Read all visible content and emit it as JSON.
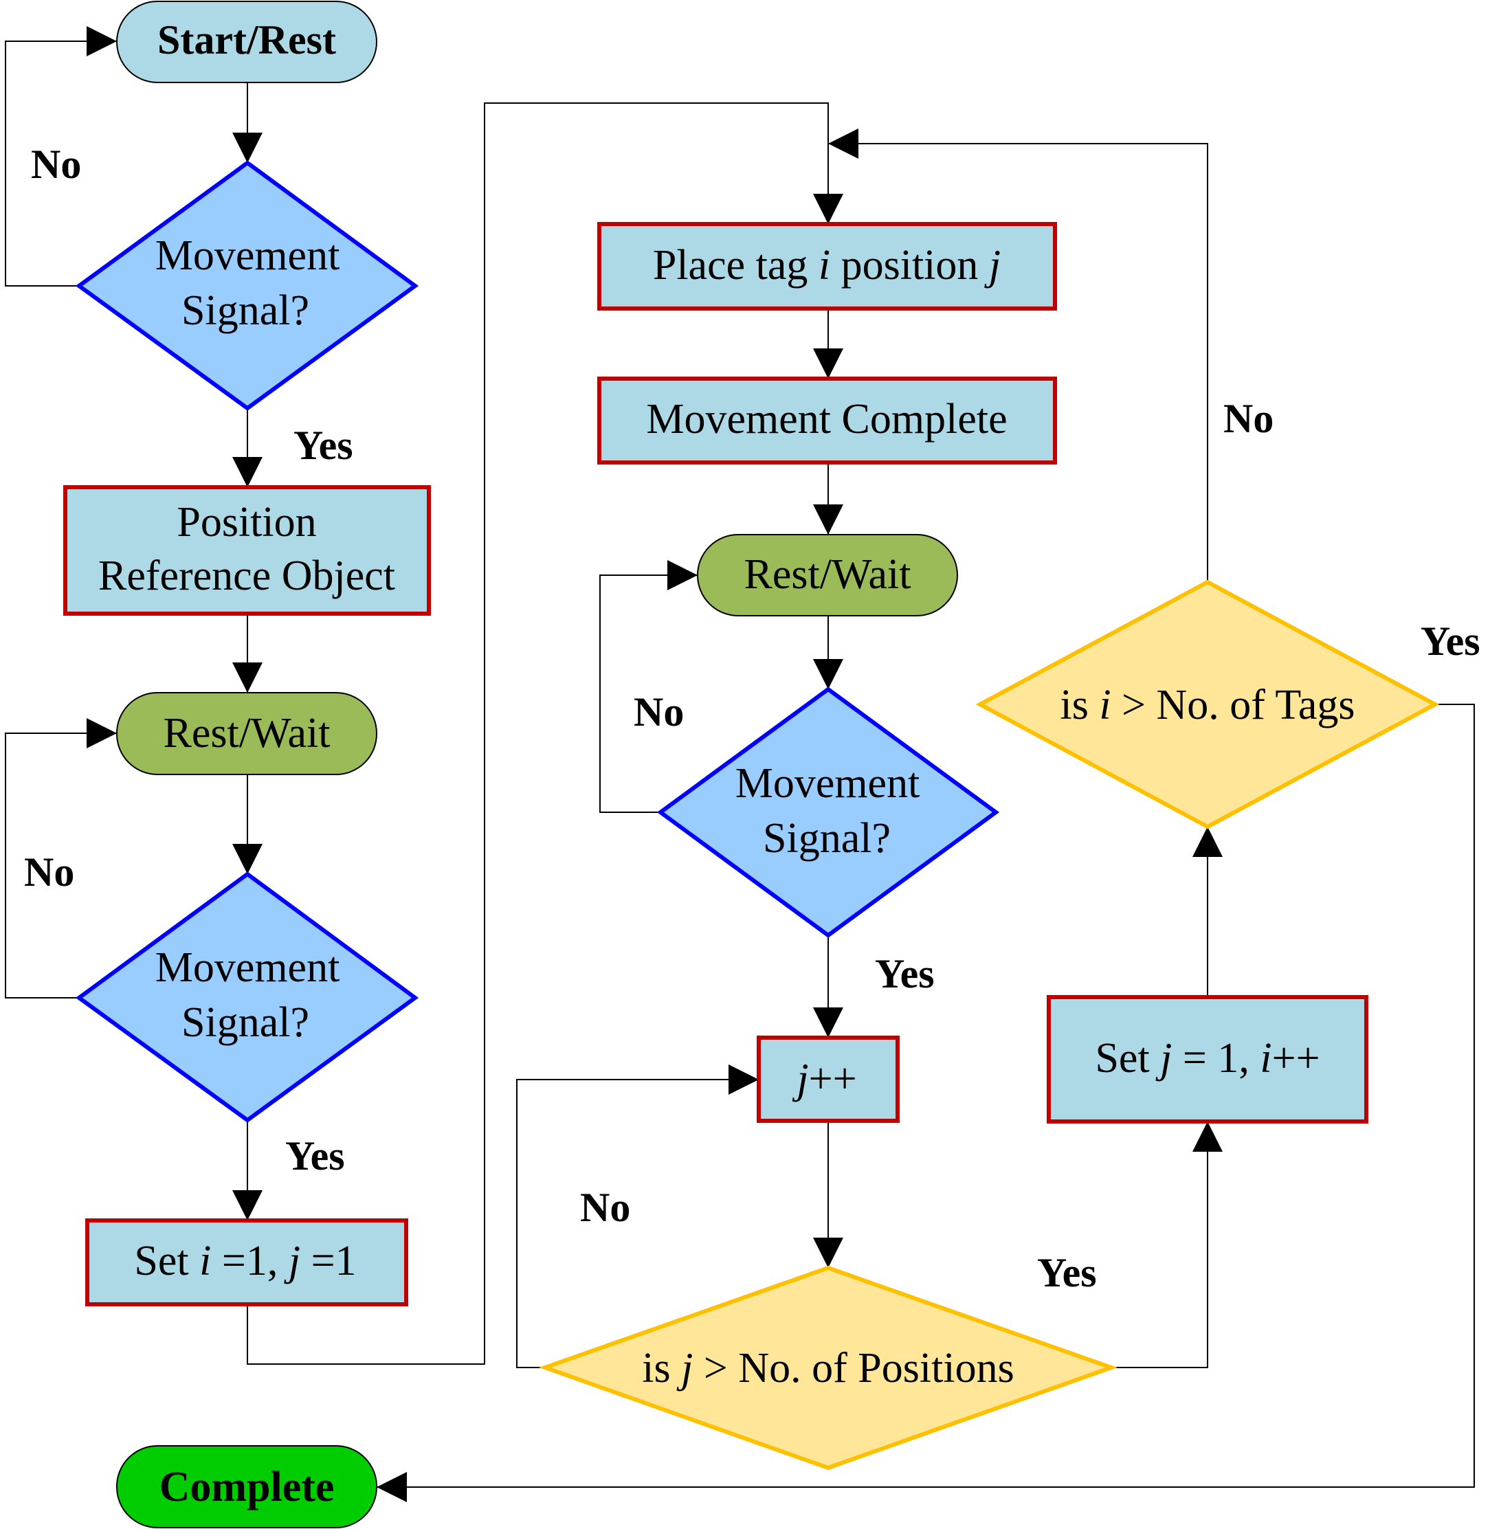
{
  "nodes": {
    "start": {
      "text": "Start/Rest"
    },
    "signal1": {
      "line1": "Movement",
      "line2": "Signal?"
    },
    "position_ref": {
      "line1": "Position",
      "line2": "Reference Object"
    },
    "wait1": {
      "text": "Rest/Wait"
    },
    "signal2": {
      "line1": "Movement",
      "line2": "Signal?"
    },
    "set_ij": {
      "pre": "Set ",
      "var1": "i",
      "mid": " =1, ",
      "var2": "j",
      "post": " =1"
    },
    "place_tag": {
      "pre": "Place tag ",
      "var1": "i",
      "mid": " position ",
      "var2": "j"
    },
    "move_complete": {
      "text": "Movement Complete"
    },
    "wait2": {
      "text": "Rest/Wait"
    },
    "signal3": {
      "line1": "Movement",
      "line2": "Signal?"
    },
    "j_inc": {
      "var": "j",
      "post": "++"
    },
    "check_j": {
      "pre": "is ",
      "var": "j",
      "post": " > No. of Positions"
    },
    "set_j_inc_i": {
      "pre": "Set ",
      "var1": "j",
      "mid": " = 1, ",
      "var2": "i",
      "post": "++"
    },
    "check_i": {
      "pre": "is ",
      "var": "i",
      "post": " > No. of Tags"
    },
    "complete": {
      "text": "Complete"
    }
  },
  "edge_labels": {
    "no_signal1": "No",
    "yes_signal1": "Yes",
    "no_signal2": "No",
    "yes_signal2": "Yes",
    "no_signal3": "No",
    "yes_signal3": "Yes",
    "no_check_j": "No",
    "yes_check_j": "Yes",
    "no_check_i": "No",
    "yes_check_i": "Yes"
  },
  "colors": {
    "terminal_fill": "#add8e6",
    "wait_fill": "#9bbb59",
    "decision_fill": "#99ccff",
    "decision_stroke": "#0000ff",
    "process_fill": "#add8e6",
    "process_stroke": "#c00000",
    "check_fill": "#ffe699",
    "check_stroke": "#ffc000",
    "complete_fill": "#00cc00"
  }
}
